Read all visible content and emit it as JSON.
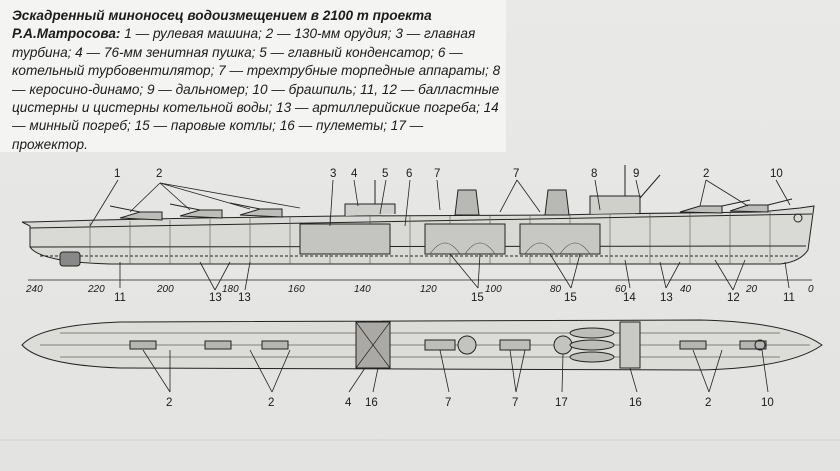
{
  "caption": {
    "title": "Эскадренный миноносец водоизмещением в 2100 т проекта Р.А.Матросова:",
    "text": " 1 — рулевая машина; 2 — 130-мм орудия; 3 — главная турбина; 4 — 76-мм зенитная пушка; 5 — главный конденсатор; 6 — котельный турбовентилятор; 7 — трехтрубные торпедные аппараты; 8 — керосино-динамо; 9 — дальномер; 10 — брашпиль; 11, 12 — балластные цистерны и цистерны котельной воды; 13 — артиллерийские погреба; 14 — минный погреб; 15 — паровые котлы; 16 — пулеметы; 17 — прожектор."
  },
  "side_view": {
    "top_labels": [
      "1",
      "2",
      "3",
      "4",
      "5",
      "6",
      "7",
      "7",
      "8",
      "9",
      "2",
      "10"
    ],
    "bottom_labels": [
      "11",
      "13",
      "13",
      "15",
      "15",
      "14",
      "13",
      "12",
      "11"
    ],
    "scale": [
      "240",
      "220",
      "200",
      "180",
      "160",
      "140",
      "120",
      "100",
      "80",
      "60",
      "40",
      "20",
      "0"
    ]
  },
  "plan_view": {
    "labels": [
      "2",
      "2",
      "4",
      "16",
      "7",
      "7",
      "17",
      "16",
      "2",
      "10"
    ]
  }
}
